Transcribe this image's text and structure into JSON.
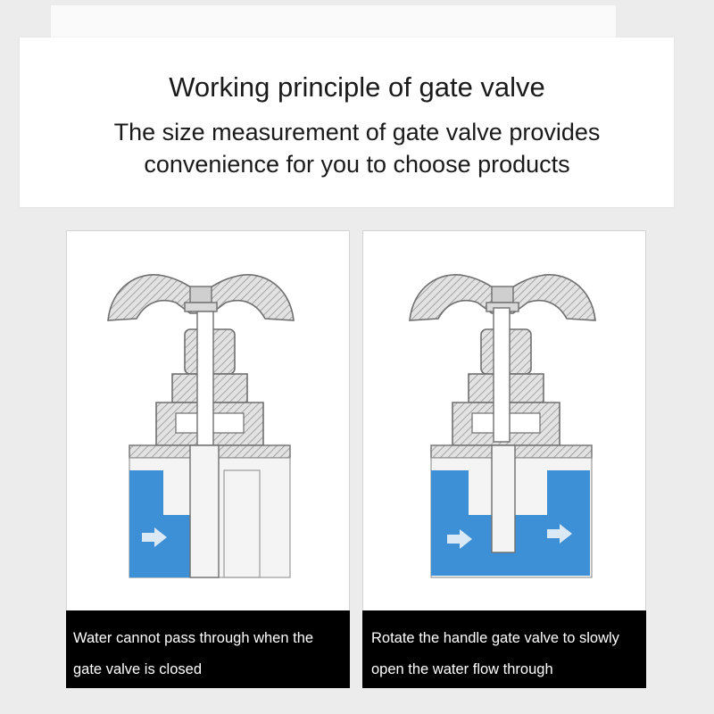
{
  "header": {
    "title": "Working principle of gate valve",
    "subtitle_line1": "The size measurement of gate valve provides",
    "subtitle_line2": "convenience for you to choose products"
  },
  "panels": [
    {
      "caption": "Water cannot pass through when the gate valve is closed",
      "state": "closed"
    },
    {
      "caption": "Rotate the handle gate valve to slowly open the water flow through",
      "state": "open"
    }
  ],
  "colors": {
    "water": "#3d8fd6",
    "metal": "#8a8a8a",
    "hatch": "#b0b0b0",
    "caption_bg": "#000000"
  },
  "icons": [
    "handwheel-icon",
    "flow-arrow-icon"
  ]
}
